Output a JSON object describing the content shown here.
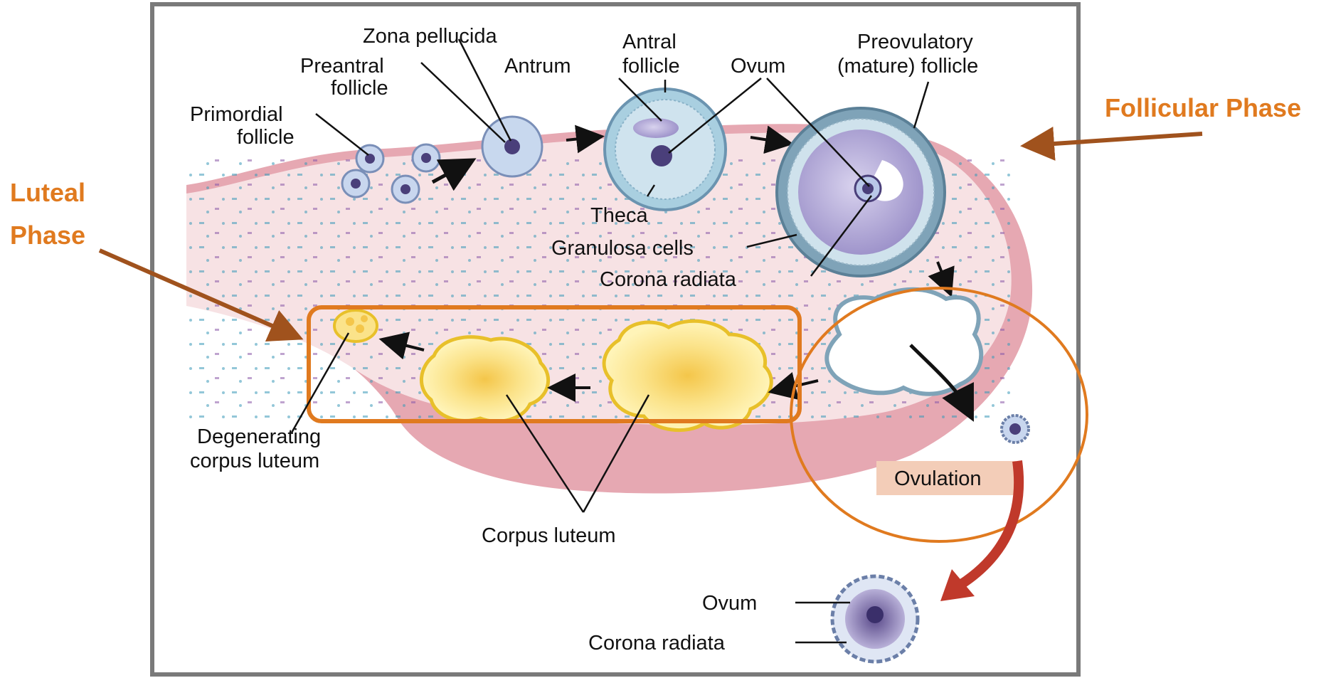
{
  "labels": {
    "zona_pellucida": "Zona pellucida",
    "preantral_1": "Preantral",
    "preantral_2": "follicle",
    "primordial_1": "Primordial",
    "primordial_2": "follicle",
    "antrum": "Antrum",
    "antral_1": "Antral",
    "antral_2": "follicle",
    "ovum_top": "Ovum",
    "preovulatory_1": "Preovulatory",
    "preovulatory_2": "(mature) follicle",
    "theca": "Theca",
    "granulosa": "Granulosa cells",
    "corona_mid": "Corona radiata",
    "degenerating_1": "Degenerating",
    "degenerating_2": "corpus luteum",
    "corpus_luteum": "Corpus luteum",
    "ovulation": "Ovulation",
    "ovum_bottom": "Ovum",
    "corona_bottom": "Corona radiata"
  },
  "phases": {
    "follicular": "Follicular Phase",
    "luteal_1": "Luteal",
    "luteal_2": "Phase"
  },
  "colors": {
    "phase_text": "#e07a1f",
    "phase_arrow": "#a0521d",
    "highlight": "#e07a1f"
  }
}
